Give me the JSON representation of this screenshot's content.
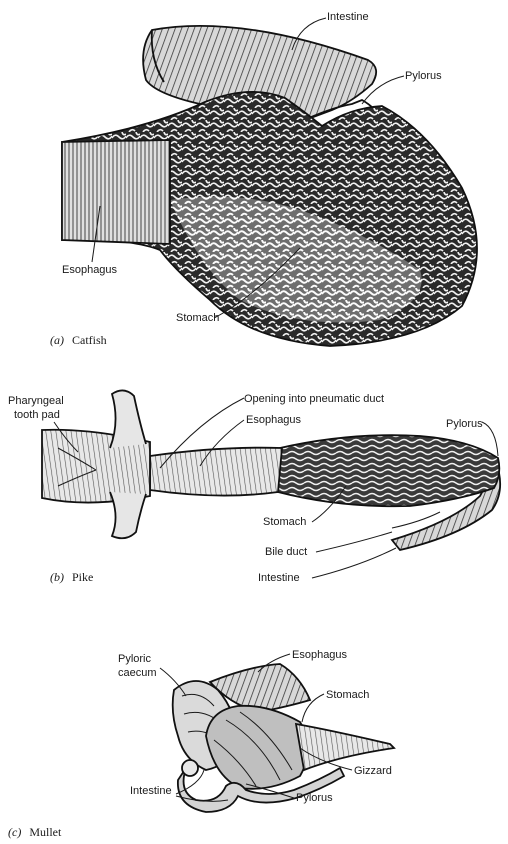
{
  "panels": [
    {
      "caption_letter": "(a)",
      "caption_name": "Catfish",
      "labels": {
        "intestine": "Intestine",
        "pylorus": "Pylorus",
        "esophagus": "Esophagus",
        "stomach": "Stomach"
      }
    },
    {
      "caption_letter": "(b)",
      "caption_name": "Pike",
      "labels": {
        "pharyngeal_1": "Pharyngeal",
        "pharyngeal_2": "tooth pad",
        "opening": "Opening into pneumatic duct",
        "esophagus": "Esophagus",
        "pylorus": "Pylorus",
        "stomach": "Stomach",
        "bile_duct": "Bile duct",
        "intestine": "Intestine"
      }
    },
    {
      "caption_letter": "(c)",
      "caption_name": "Mullet",
      "labels": {
        "pyloric_1": "Pyloric",
        "pyloric_2": "caecum",
        "esophagus": "Esophagus",
        "stomach": "Stomach",
        "gizzard": "Gizzard",
        "intestine": "Intestine",
        "pylorus": "Pylorus"
      }
    }
  ]
}
